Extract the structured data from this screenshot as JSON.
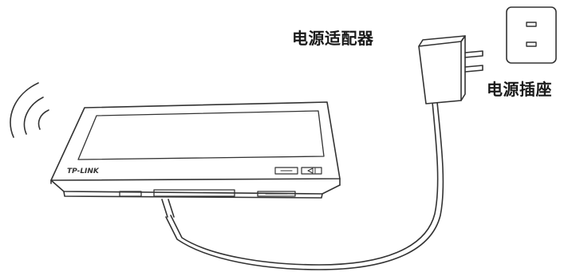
{
  "labels": {
    "adapter": "电源适配器",
    "outlet": "电源插座"
  },
  "device": {
    "brand": "TP-LINK"
  },
  "icons": [
    "wifi-signal-icon",
    "power-adapter-icon",
    "power-outlet-icon",
    "tablet-device-icon"
  ]
}
